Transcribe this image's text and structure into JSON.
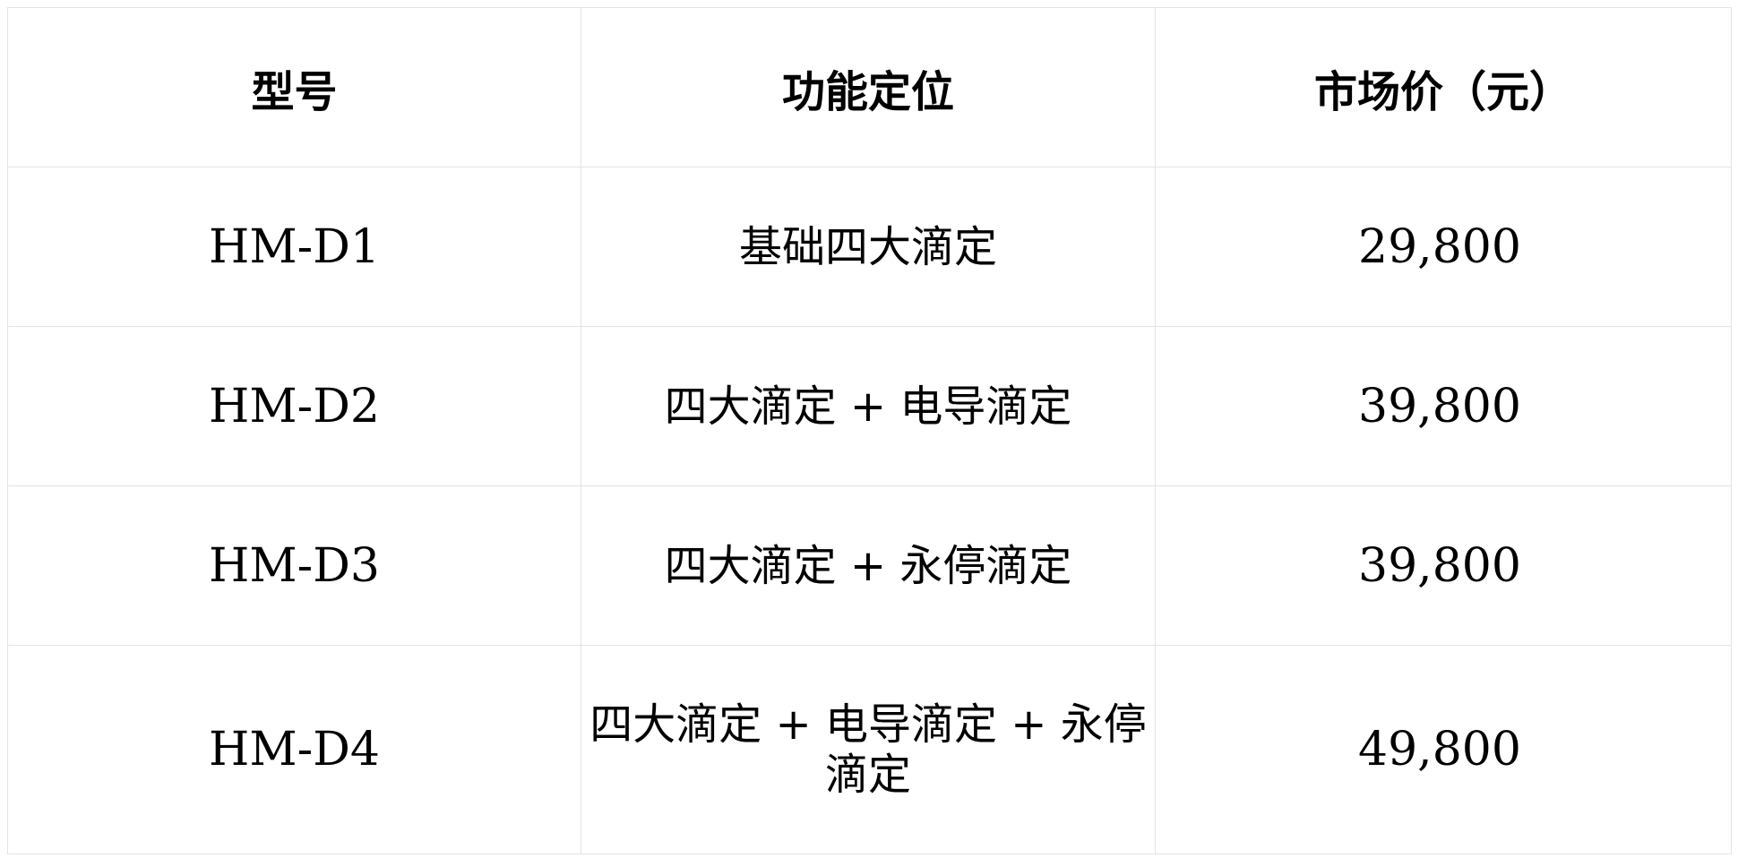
{
  "table": {
    "headers": [
      "型号",
      "功能定位",
      "市场价（元）"
    ],
    "rows": [
      {
        "model": "HM-D1",
        "function": "基础四大滴定",
        "price": "29,800"
      },
      {
        "model": "HM-D2",
        "function": "四大滴定 + 电导滴定",
        "price": "39,800"
      },
      {
        "model": "HM-D3",
        "function": "四大滴定 + 永停滴定",
        "price": "39,800"
      },
      {
        "model": "HM-D4",
        "function": "四大滴定 + 电导滴定 + 永停滴定",
        "price": "49,800"
      }
    ]
  }
}
